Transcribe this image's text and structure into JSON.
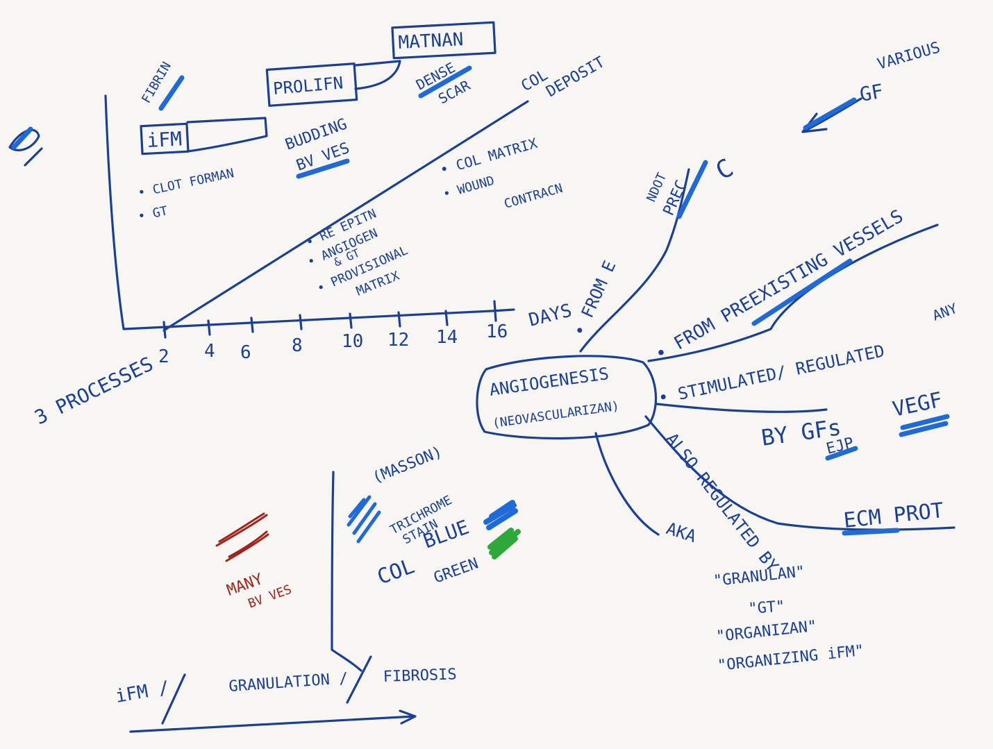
{
  "timeline": {
    "phases": [
      "iFM",
      "PROLIFN",
      "MATNAN"
    ],
    "tick_labels": [
      "2",
      "4",
      "6",
      "8",
      "10",
      "12",
      "14",
      "16"
    ],
    "x_unit": "DAYS",
    "y_label": "3 PROCESSES",
    "annotations": {
      "fibrin": "FIBRIN",
      "budding": [
        "BUDDING",
        "BV VES"
      ],
      "dense_scar": [
        "DENSE",
        "SCAR"
      ],
      "col_deposit": [
        "COL",
        "DEPOSIT"
      ],
      "ifm_notes": [
        "• CLOT FORMAN",
        "• GT"
      ],
      "prolif_notes": [
        "• RE EPITN",
        "• ANGIOGEN",
        "& GT",
        "• PROVISIONAL",
        "MATRIX"
      ],
      "maturation_notes": [
        "• COL MATRIX",
        "• WOUND",
        "CONTRACN"
      ]
    }
  },
  "mindmap": {
    "center": [
      "ANGIOGENESIS",
      "(NEOVASCULARIZAN)"
    ],
    "branches": {
      "from_endot": [
        "• FROM E",
        "NDOT",
        "PREC",
        "C"
      ],
      "preexisting": "• FROM PREEXISTING VESSELS",
      "any": "ANY",
      "stimulated": [
        "• STIMULATED/ REGULATED",
        "BY GFs",
        "EJP",
        "VEGF"
      ],
      "also": [
        "ALSO REGULATED BY",
        "ECM PROT"
      ],
      "aka": [
        "AKA",
        "\"GRANULAN\"",
        "\"GT\"",
        "\"ORGANIZAN\"",
        "\"ORGANIZING iFM\""
      ],
      "various_gf": [
        "VARIOUS",
        "GF"
      ]
    }
  },
  "stain": {
    "masson": "(MASSON)",
    "trichrome": [
      "TRICHROME",
      "STAIN"
    ],
    "col": "COL",
    "colors": [
      "BLUE",
      "GREEN"
    ],
    "many": [
      "MANY",
      "BV VES"
    ]
  },
  "bottom_axis": [
    "iFM /",
    "GRANULATION /",
    "FIBROSIS"
  ],
  "colors": {
    "ink": "#1a3f94",
    "highlight_blue": "#1f6ad6",
    "highlight_green": "#2fa83a",
    "red": "#a2231d"
  }
}
